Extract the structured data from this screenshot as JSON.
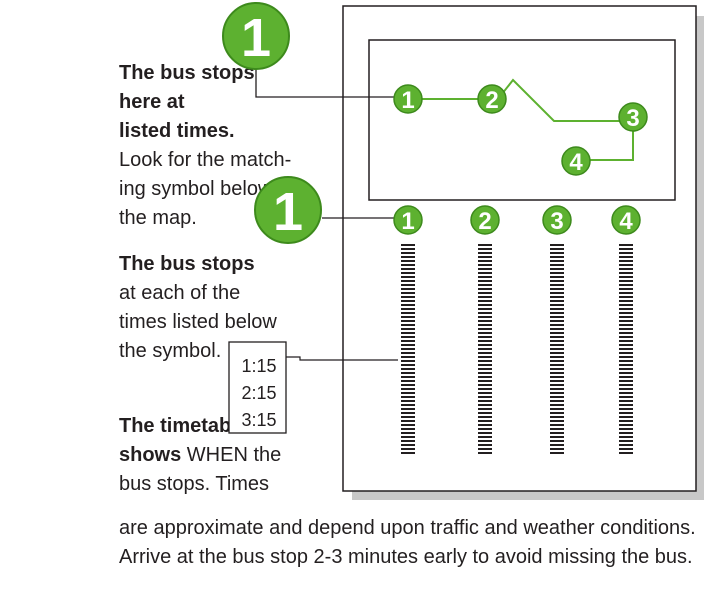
{
  "legend": {
    "part1": {
      "bold_lines": [
        "The bus stops",
        "here at",
        "listed times."
      ],
      "lines": [
        "Look for the match-",
        "ing symbol below",
        "the map."
      ]
    },
    "part2": {
      "bold": "The bus stops",
      "lines": [
        "at each of the",
        "times listed below",
        "the symbol."
      ]
    },
    "part3": {
      "bold_line1": "The timetable",
      "bold_line2_bold": "shows",
      "bold_line2_rest": " WHEN the",
      "line3": "bus stops. Times",
      "line4": "are approximate and depend upon traffic and weather conditions.",
      "line5": "Arrive at the bus stop 2-3 minutes early to avoid missing the bus."
    }
  },
  "callouts": {
    "big_marker": "1",
    "timetable_marker": "1"
  },
  "map": {
    "stops": [
      "1",
      "2",
      "3",
      "4"
    ]
  },
  "timetable": {
    "columns": [
      "1",
      "2",
      "3",
      "4"
    ],
    "times": [
      "1:15",
      "2:15",
      "3:15"
    ]
  },
  "colors": {
    "marker_green": "#5db130",
    "marker_stroke": "#3d8a1c",
    "line_green": "#5db130",
    "shadow_gray": "#c8c8c8",
    "text": "#231f20"
  }
}
